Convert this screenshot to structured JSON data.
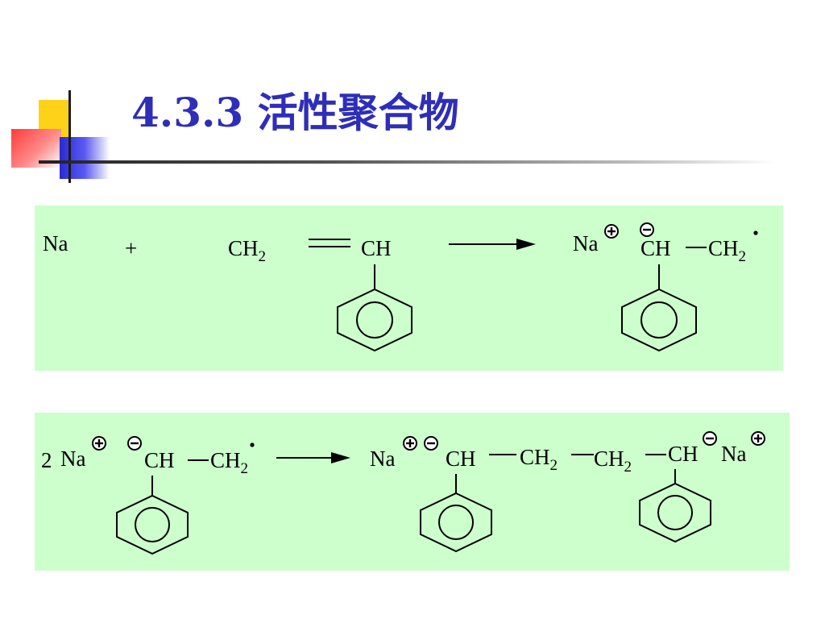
{
  "slide": {
    "title": "4.3.3   活性聚合物"
  },
  "reaction1": {
    "reactant_na": "Na",
    "plus": "+",
    "ch2": "CH",
    "ch2_sub": "2",
    "ch": "CH",
    "product_na": "Na",
    "product_ch": "CH",
    "product_ch2": "CH",
    "product_ch2_sub": "2"
  },
  "reaction2": {
    "coef": "2",
    "reactant_na": "Na",
    "reactant_ch": "CH",
    "reactant_ch2": "CH",
    "reactant_ch2_sub": "2",
    "product_na_left": "Na",
    "product_ch_left": "CH",
    "product_ch2_a": "CH",
    "product_ch2_a_sub": "2",
    "product_ch2_b": "CH",
    "product_ch2_b_sub": "2",
    "product_ch_right": "CH",
    "product_na_right": "Na"
  }
}
